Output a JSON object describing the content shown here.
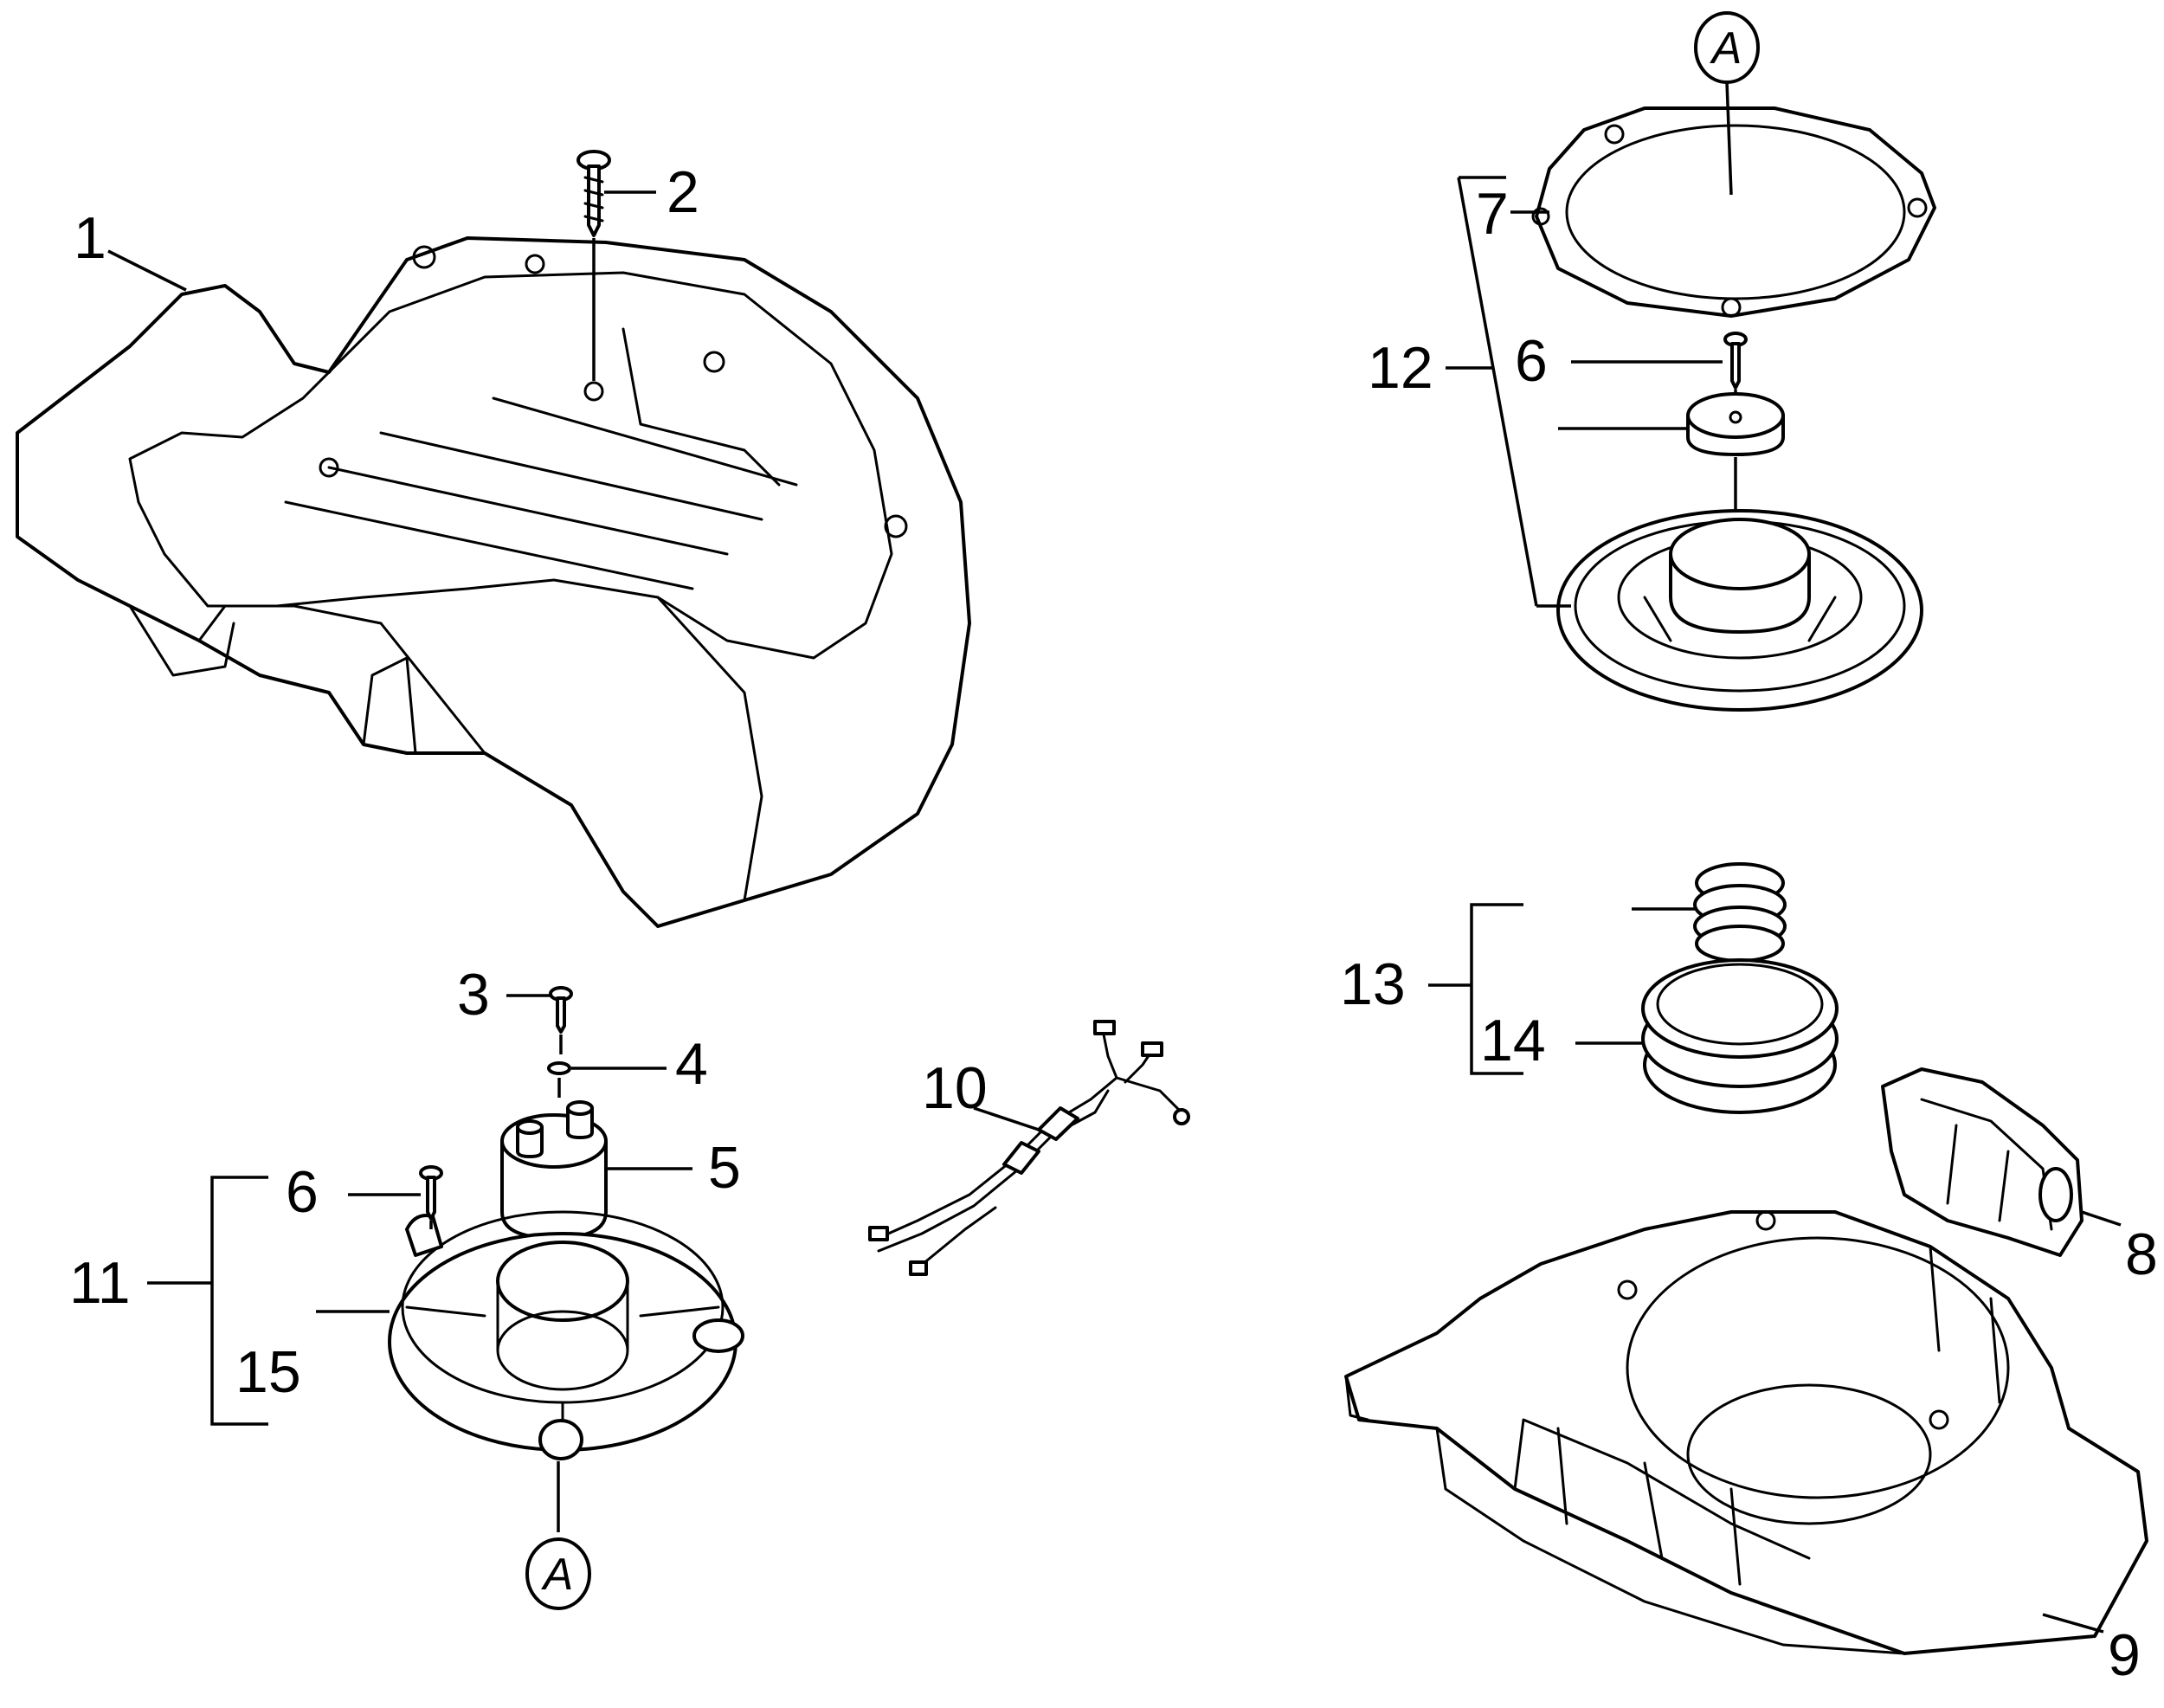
{
  "callouts": {
    "c1": "1",
    "c2": "2",
    "c3": "3",
    "c4": "4",
    "c5": "5",
    "c6_lower": "6",
    "c6_upper": "6",
    "c7": "7",
    "c8": "8",
    "c9": "9",
    "c10": "10",
    "c11": "11",
    "c12": "12",
    "c13": "13",
    "c14": "14",
    "c15": "15"
  },
  "references": {
    "top": "A",
    "bottom": "A"
  },
  "colors": {
    "line": "#000000",
    "background": "#ffffff"
  }
}
